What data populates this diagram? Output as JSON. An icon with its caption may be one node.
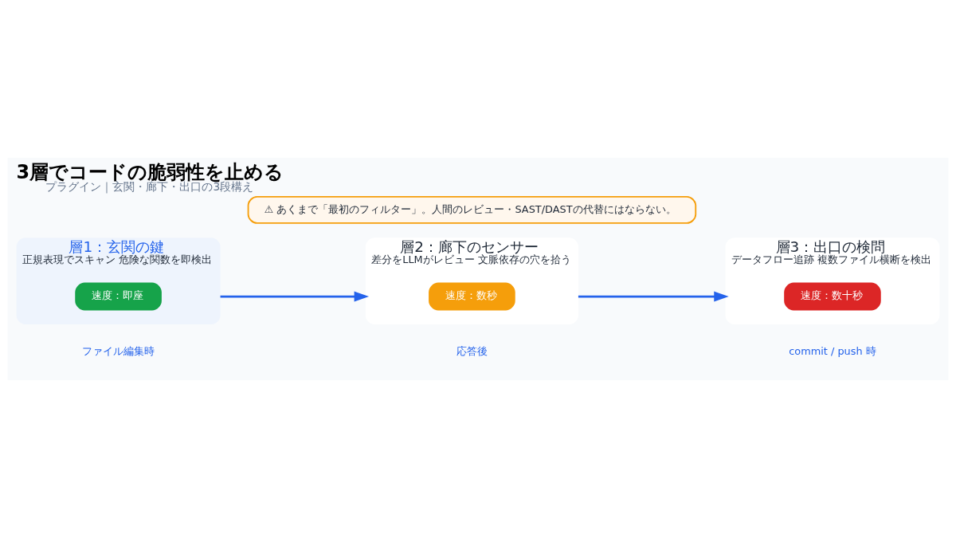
{
  "diagram": {
    "title": "3層でコードの脆弱性を止める",
    "caption": "プラグイン｜玄関・廊下・出口の3段構え",
    "nodes": [
      {
        "text": [
          "層1：玄関の鍵",
          "正規表現でスキャン 危険な関数を即検出"
        ],
        "beside": [
          "ファイル編集時"
        ]
      },
      {
        "text": [
          "速度：即座"
        ],
        "in": 0
      },
      {
        "text": [
          "層2：廊下のセンサー",
          "差分をLLMがレビュー 文脈依存の穴を拾う"
        ],
        "beside": [
          "応答後"
        ]
      },
      {
        "text": [
          "速度：数秒"
        ],
        "in": 2
      },
      {
        "text": [
          "層3：出口の検問",
          "データフロー追跡 複数ファイル横断を検出"
        ],
        "beside": [
          "commit / push 時"
        ]
      },
      {
        "text": [
          "速度：数十秒"
        ],
        "in": 4
      },
      {
        "text": [
          "⚠ あくまで「最初のフィルター」。人間のレビュー・SAST/DASTの代替にはならない。"
        ]
      }
    ],
    "edges": [
      {
        "from": 0,
        "to": 2,
        "arrow": "to"
      },
      {
        "from": 2,
        "to": 4,
        "arrow": "to"
      }
    ]
  }
}
